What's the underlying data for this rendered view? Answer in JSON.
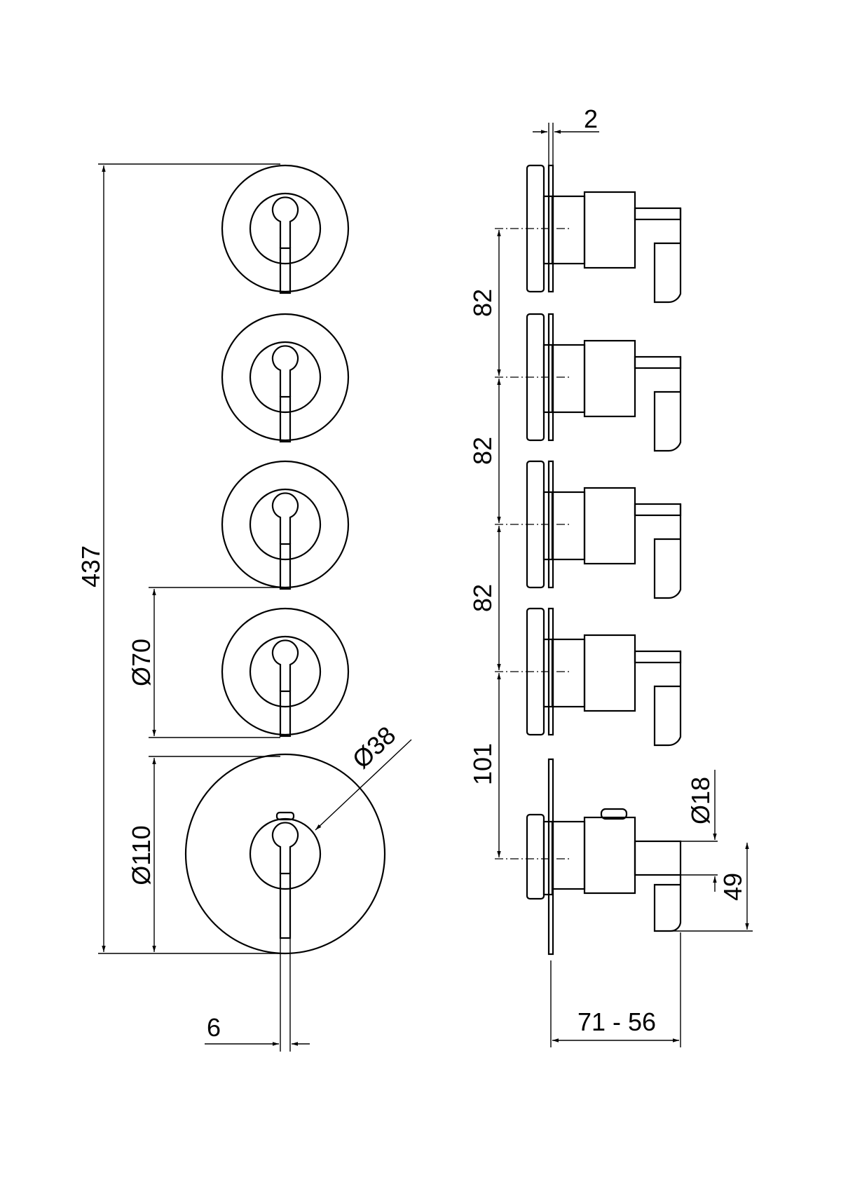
{
  "dimensions": {
    "total_height": "437",
    "trim_small_dia": "Ø70",
    "trim_large_dia": "Ø110",
    "handle_hub_dia": "Ø38",
    "lever_width": "6",
    "plate_thickness": "2",
    "spacing_1": "82",
    "spacing_2": "82",
    "spacing_3": "82",
    "spacing_4": "101",
    "knob_dia": "Ø18",
    "handle_height": "49",
    "projection": "71 - 56"
  },
  "colors": {
    "line": "#000000",
    "background": "#ffffff"
  }
}
